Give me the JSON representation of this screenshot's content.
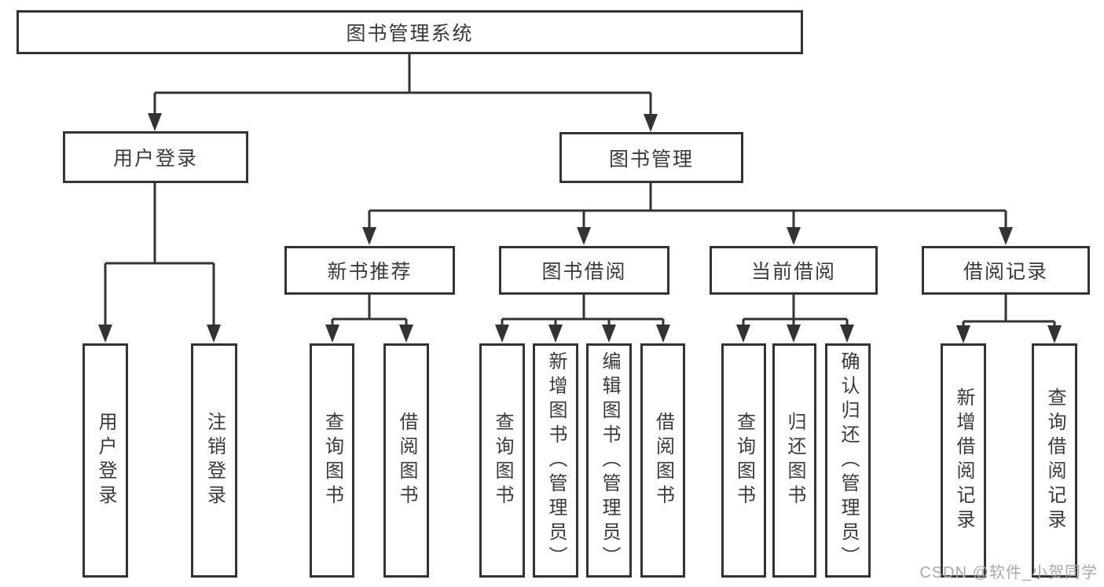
{
  "diagram": {
    "type": "hierarchy-diagram",
    "tree": {
      "root": {
        "label": "图书管理系统",
        "children": [
          {
            "label": "用户登录",
            "children": [
              {
                "label": "用户登录"
              },
              {
                "label": "注销登录"
              }
            ]
          },
          {
            "label": "图书管理",
            "children": [
              {
                "label": "新书推荐",
                "children": [
                  {
                    "label": "查询图书"
                  },
                  {
                    "label": "借阅图书"
                  }
                ]
              },
              {
                "label": "图书借阅",
                "children": [
                  {
                    "label": "查询图书"
                  },
                  {
                    "label": "新增图书（管理员）"
                  },
                  {
                    "label": "编辑图书（管理员）"
                  },
                  {
                    "label": "借阅图书"
                  }
                ]
              },
              {
                "label": "当前借阅",
                "children": [
                  {
                    "label": "查询图书"
                  },
                  {
                    "label": "归还图书"
                  },
                  {
                    "label": "确认归还（管理员）"
                  }
                ]
              },
              {
                "label": "借阅记录",
                "children": [
                  {
                    "label": "新增借阅记录"
                  },
                  {
                    "label": "查询借阅记录"
                  }
                ]
              }
            ]
          }
        ]
      }
    },
    "colors": {
      "line": "#333333",
      "text": "#3a3a3a",
      "background": "#ffffff",
      "watermark": "#a9a9a9"
    }
  },
  "watermark": {
    "text": "CSDN @软件_小贺同学"
  }
}
